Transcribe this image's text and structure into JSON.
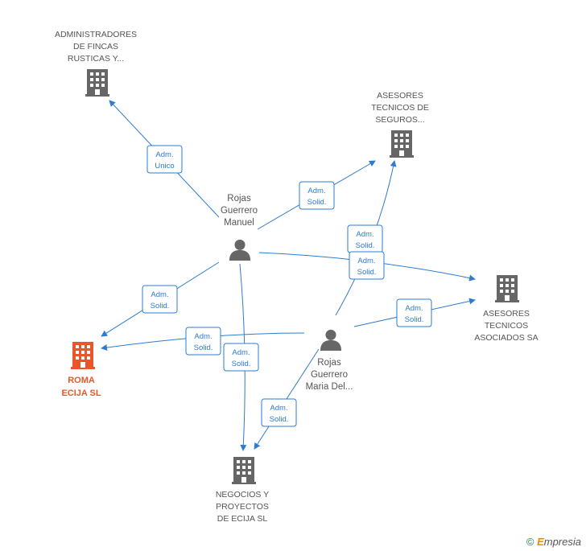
{
  "companies": {
    "administradores": {
      "lines": [
        "ADMINISTRADORES",
        "DE FINCAS",
        "RUSTICAS Y..."
      ]
    },
    "asesores_seguros": {
      "lines": [
        "ASESORES",
        "TECNICOS DE",
        "SEGUROS..."
      ]
    },
    "asesores_asociados": {
      "lines": [
        "ASESORES",
        "TECNICOS",
        "ASOCIADOS SA"
      ]
    },
    "roma_ecija": {
      "lines": [
        "ROMA",
        "ECIJA SL"
      ]
    },
    "negocios": {
      "lines": [
        "NEGOCIOS Y",
        "PROYECTOS",
        "DE ECIJA SL"
      ]
    }
  },
  "persons": {
    "manuel": {
      "lines": [
        "Rojas",
        "Guerrero",
        "Manuel"
      ]
    },
    "maria": {
      "lines": [
        "Rojas",
        "Guerrero",
        "Maria Del..."
      ]
    }
  },
  "edge_labels": {
    "adm_unico": [
      "Adm.",
      "Unico"
    ],
    "adm_solid": [
      "Adm.",
      "Solid."
    ]
  },
  "colors": {
    "edge": "#2e7bcf",
    "building": "#666666",
    "building_main": "#e8562a",
    "person": "#666666"
  },
  "footer": {
    "copyright": "©",
    "brand_initial": "E",
    "brand_rest": "mpresia"
  }
}
